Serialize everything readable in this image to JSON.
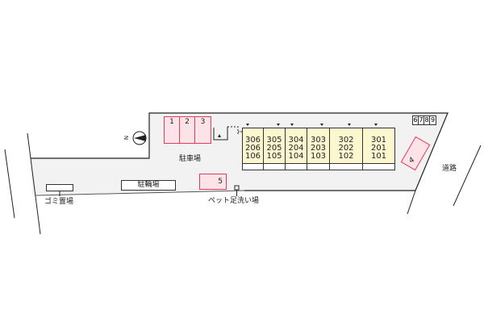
{
  "site_plan": {
    "parking": [
      {
        "id": "1",
        "label": "1"
      },
      {
        "id": "2",
        "label": "2"
      },
      {
        "id": "3",
        "label": "3"
      },
      {
        "id": "4",
        "label": "4"
      },
      {
        "id": "5",
        "label": "5"
      }
    ],
    "bike_slots": [
      {
        "label": "6"
      },
      {
        "label": "7"
      },
      {
        "label": "8"
      },
      {
        "label": "9"
      }
    ],
    "units": [
      {
        "col": 0,
        "floors": [
          "306",
          "206",
          "106"
        ]
      },
      {
        "col": 1,
        "floors": [
          "305",
          "205",
          "105"
        ]
      },
      {
        "col": 2,
        "floors": [
          "304",
          "204",
          "104"
        ]
      },
      {
        "col": 3,
        "floors": [
          "303",
          "203",
          "103"
        ]
      },
      {
        "col": 4,
        "floors": [
          "302",
          "202",
          "102"
        ]
      },
      {
        "col": 5,
        "floors": [
          "301",
          "201",
          "101"
        ]
      }
    ],
    "labels": {
      "parking_lot": "駐車場",
      "bicycle_parking": "駐輪場",
      "garbage_area": "ゴミ置場",
      "pet_wash_area": "ペット足洗い場",
      "road": "道路",
      "north": "N"
    },
    "colors": {
      "parking_fill": "#fbe3e8",
      "parking_border": "#e23c5a",
      "unit_fill": "#fdf7cf",
      "lot_fill": "#f2f2f2"
    }
  }
}
